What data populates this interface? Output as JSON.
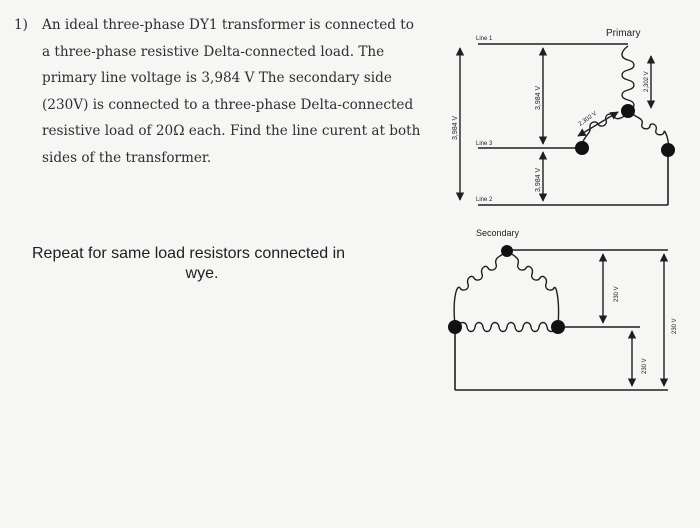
{
  "problem": {
    "number": "1)",
    "lines": [
      "An ideal three-phase DY1 transformer is connected to",
      "a three-phase resistive Delta-connected load. The",
      "primary line voltage is 3,984 V  The secondary side",
      "(230V) is connected to a three-phase Delta-connected",
      "resistive load of 20Ω each. Find the line curent at both",
      "sides of the transformer."
    ]
  },
  "repeat_text": {
    "line1": "Repeat for same load resistors connected in",
    "line2": "wye."
  },
  "diagram": {
    "primary_title": "Primary",
    "secondary_title": "Secondary",
    "line1": "Line 1",
    "line2": "Line 2",
    "line3": "Line 3",
    "v_left": "3,984 V",
    "v_mid_top": "3,984 V",
    "v_mid_bottom": "3,984 V",
    "v_coil_right": "2,302 V",
    "v_coil_diag": "2,302 V",
    "v_sec_top": "230 V",
    "v_sec_bottom": "230 V",
    "v_sec_right": "230 V"
  },
  "colors": {
    "ink": "#1f1f1f",
    "background": "#f6f6f5"
  }
}
